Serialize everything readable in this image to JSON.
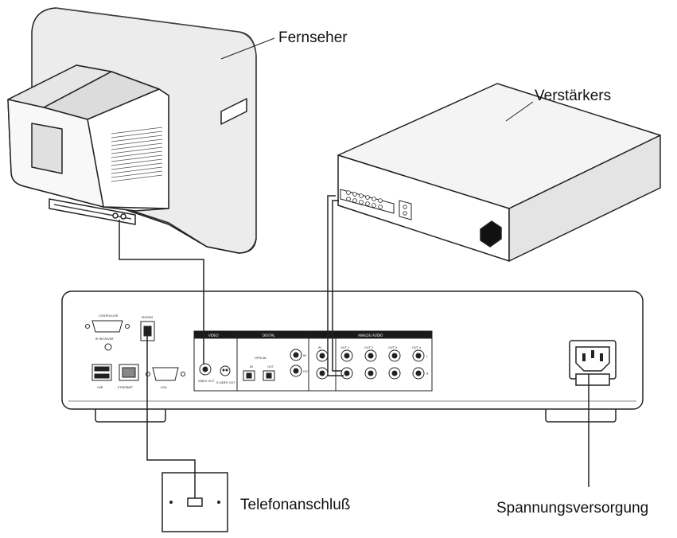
{
  "labels": {
    "tv": "Fernseher",
    "amplifier": "Verstärkers",
    "phone": "Telefonanschluß",
    "power": "Spannungsversorgung"
  },
  "panel": {
    "controller": "CONTROLLER",
    "ir_receiver": "IR RECEIVER",
    "modem": "MODEM",
    "usb": "USB",
    "ethernet": "ETHERNET",
    "vga": "VGA",
    "video": "VIDEO",
    "digital": "DIGITAL",
    "analog": "ANALOG AUDIO",
    "optical": "OPTICAL",
    "in": "IN",
    "out": "OUT",
    "video_out": "VIDEO OUT",
    "svideo_out": "S-VIDEO OUT",
    "out1": "OUT 1",
    "out2": "OUT 2",
    "out3": "OUT 3",
    "out4": "OUT 4",
    "l": "L",
    "r": "R"
  },
  "colors": {
    "line": "#222222",
    "panel_band": "#1a1a1a",
    "device_fill": "#ffffff",
    "shade": "#d8d8d8"
  }
}
